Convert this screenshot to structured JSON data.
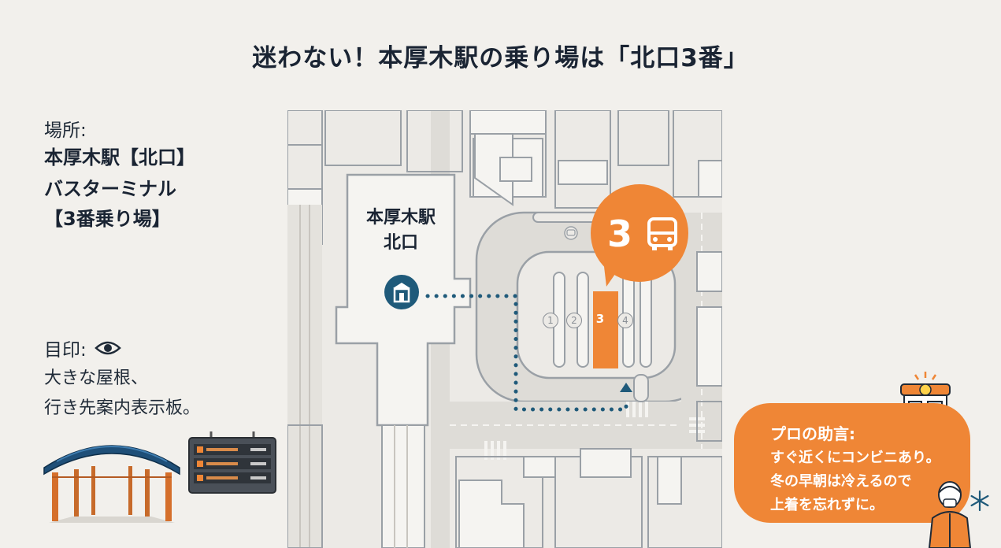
{
  "title": "迷わない！本厚木駅の乗り場は「北口3番」",
  "location": {
    "label": "場所:",
    "lines": [
      "本厚木駅【北口】",
      "バスターミナル",
      "【3番乗り場】"
    ]
  },
  "landmark": {
    "label": "目印:",
    "icon": "eye-icon",
    "lines": [
      "大きな屋根、",
      "行き先案内表示板。"
    ]
  },
  "map": {
    "station_name_lines": [
      "本厚木駅",
      "北口"
    ],
    "platform_badge": "3",
    "bays": [
      "1",
      "2",
      "3",
      "4"
    ],
    "active_bay": "3",
    "highlight_color": "#ef8636",
    "route_color": "#1f5a7a"
  },
  "advice": {
    "title": "プロの助言:",
    "lines": [
      "すぐ近くにコンビニあり。",
      "冬の早朝は冷えるので",
      "上着を忘れずに。"
    ]
  }
}
